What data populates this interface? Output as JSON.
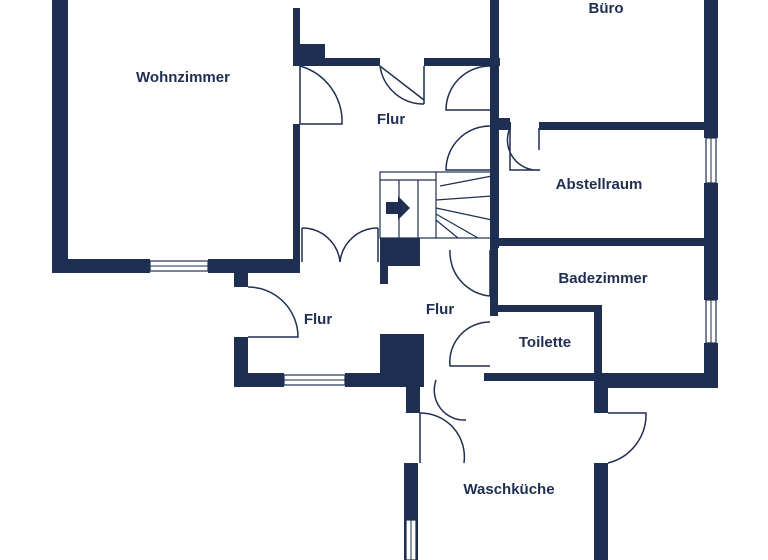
{
  "colors": {
    "wall": "#1e2f52",
    "background": "#ffffff"
  },
  "rooms": {
    "buero": "Büro",
    "wohnzimmer": "Wohnzimmer",
    "flur_top": "Flur",
    "abstellraum": "Abstellraum",
    "badezimmer": "Badezimmer",
    "flur_left": "Flur",
    "flur_center": "Flur",
    "toilette": "Toilette",
    "waschkueche": "Waschküche"
  },
  "icons": {
    "stair_direction": "right-arrow-icon"
  }
}
